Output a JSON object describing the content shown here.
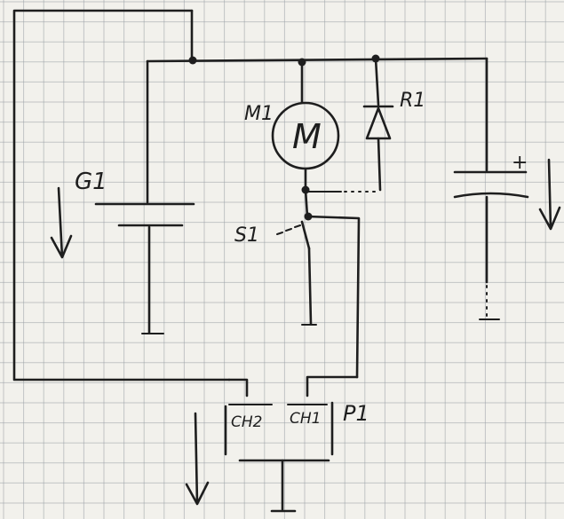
{
  "labels": {
    "motor": "M1",
    "motor_symbol": "M",
    "diode": "R1",
    "switch": "S1",
    "battery": "G1",
    "capacitor_plus": "+",
    "connector": "P1",
    "channel_2": "CH2",
    "channel_1": "CH1"
  }
}
